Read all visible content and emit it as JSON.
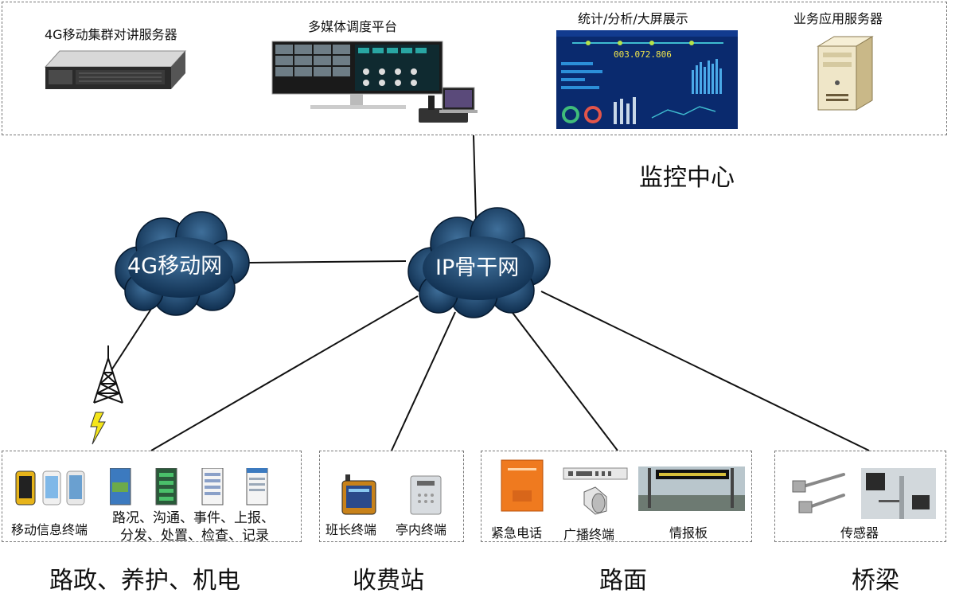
{
  "monitoring_center": {
    "title": "监控中心",
    "devices": [
      {
        "label": "4G移动集群对讲服务器"
      },
      {
        "label": "多媒体调度平台"
      },
      {
        "label": "统计/分析/大屏展示",
        "screen_number": "003.072.806"
      },
      {
        "label": "业务应用服务器"
      }
    ]
  },
  "networks": {
    "mobile": "4G移动网",
    "backbone": "IP骨干网"
  },
  "groups": [
    {
      "section": "路政、养护、机电",
      "items": [
        {
          "label": "移动信息终端"
        },
        {
          "label_line1": "路况、沟通、事件、上报、",
          "label_line2": "分发、处置、检查、记录"
        }
      ]
    },
    {
      "section": "收费站",
      "items": [
        {
          "label": "班长终端"
        },
        {
          "label": "亭内终端"
        }
      ]
    },
    {
      "section": "路面",
      "items": [
        {
          "label": "紧急电话"
        },
        {
          "label": "广播终端"
        },
        {
          "label": "情报板"
        }
      ]
    },
    {
      "section": "桥梁",
      "items": [
        {
          "label": "传感器"
        }
      ]
    }
  ]
}
